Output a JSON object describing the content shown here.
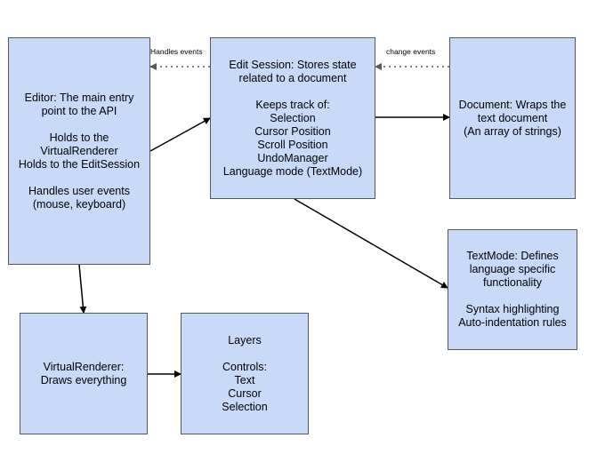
{
  "colors": {
    "box_fill": "#c9daf8",
    "box_border": "#595959",
    "arrow": "#000000",
    "dotted_arrow": "#595959"
  },
  "boxes": {
    "editor": [
      "Editor: The main entry",
      "point to the API",
      "",
      "Holds to the",
      "VirtualRenderer",
      "Holds to the EditSession",
      "",
      "Handles user events",
      "(mouse, keyboard)"
    ],
    "edit_session": [
      "Edit Session: Stores state",
      "related to a document",
      "",
      "Keeps track of:",
      "Selection",
      "Cursor Position",
      "Scroll Position",
      "UndoManager",
      "Language mode (TextMode)"
    ],
    "document": [
      "Document: Wraps the",
      "text document",
      "(An array of strings)"
    ],
    "text_mode": [
      "TextMode: Defines",
      "language specific",
      "functionality",
      "",
      "Syntax highlighting",
      "Auto-indentation rules"
    ],
    "virtual_renderer": [
      "VirtualRenderer:",
      "Draws everything"
    ],
    "layers": [
      "Layers",
      "",
      "Controls:",
      "Text",
      "Cursor",
      "Selection"
    ]
  },
  "edge_labels": {
    "handles_events": "Handles events",
    "change_events": "change events"
  }
}
